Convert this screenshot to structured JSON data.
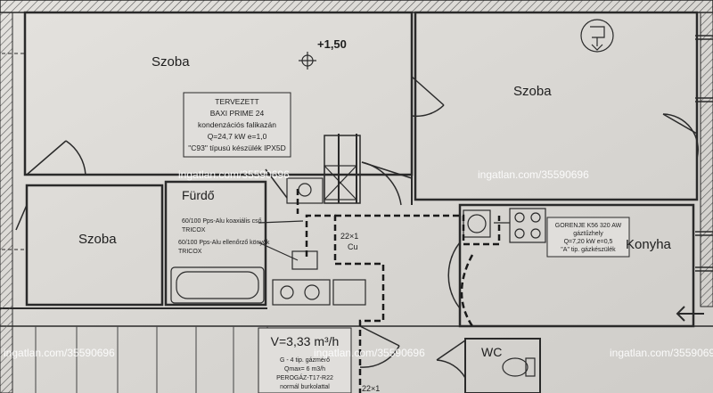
{
  "rooms": {
    "szoba_1": "Szoba",
    "szoba_2": "Szoba",
    "szoba_3": "Szoba",
    "furdo": "Fürdő",
    "konyha": "Konyha",
    "wc": "WC"
  },
  "elevation": "+1,50",
  "boiler_note": {
    "line1": "TERVEZETT",
    "line2": "BAXI PRIME 24",
    "line3": "kondenzációs falikazán",
    "line4": "Q=24,7 kW  e=1,0",
    "line5": "\"C93\" típusú készülék IPX5D"
  },
  "pipe_notes": {
    "flue_line1": "60/100 Pps-Alu koaxiális cső",
    "flue_line2": "TRICOX",
    "elbow_line1": "60/100 Pps-Alu ellenőrző könyök",
    "elbow_line2": "TRICOX",
    "pipe_size_1": "22×1",
    "pipe_material_1": "Cu",
    "pipe_size_2": "22×1"
  },
  "stove_note": {
    "line1": "GORENJE K56 320 AW",
    "line2": "gáztűzhely",
    "line3": "Q=7,20 kW  e=0,5",
    "line4": "\"A\" tip. gázkészülék"
  },
  "meter": {
    "flow": "V=3,33 m³/h",
    "line1": "G - 4 tip. gázmérő",
    "line2": "Qmax= 6 m3/h",
    "line3": "PEROGÁZ-T17-R22",
    "line4": "normál burkolattal"
  },
  "watermark": "ingatlan.com/35590696"
}
